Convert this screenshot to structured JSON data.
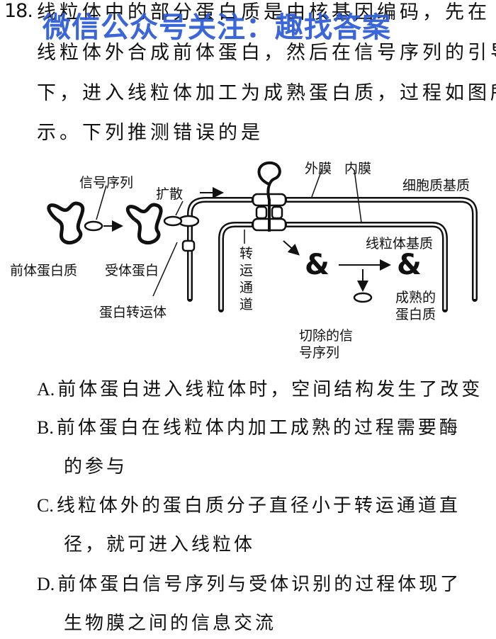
{
  "question": {
    "number": "18.",
    "stem_lines": [
      "线粒体中的部分蛋白质是由核基因编码，先在",
      "线粒体外合成前体蛋白，然后在信号序列的引导",
      "下，进入线粒体加工为成熟蛋白质，过程如图所",
      "示。下列推测错误的是"
    ]
  },
  "watermark": "微信公众号关注：趣找答案",
  "diagram": {
    "labels": {
      "signal_sequence": "信号序列",
      "diffusion": "扩散",
      "outer_membrane": "外膜",
      "inner_membrane": "内膜",
      "cytoplasmic_matrix": "细胞质基质",
      "mito_matrix": "线粒体基质",
      "precursor": "前体蛋白质",
      "receptor": "受体蛋白",
      "transporter": "蛋白转运体",
      "channel_1": "转",
      "channel_2": "运",
      "channel_3": "通",
      "channel_4": "道",
      "mature_1": "成熟的",
      "mature_2": "蛋白质",
      "cut_1": "切除的信",
      "cut_2": "号序列"
    }
  },
  "options": [
    {
      "letter": "A.",
      "text": "前体蛋白进入线粒体时，空间结构发生了改变",
      "cont": ""
    },
    {
      "letter": "B.",
      "text": "前体蛋白在线粒体内加工成熟的过程需要酶",
      "cont": "的参与"
    },
    {
      "letter": "C.",
      "text": "线粒体外的蛋白质分子直径小于转运通道直",
      "cont": "径，就可进入线粒体"
    },
    {
      "letter": "D.",
      "text": "前体蛋白信号序列与受体识别的过程体现了",
      "cont": "生物膜之间的信息交流"
    }
  ]
}
